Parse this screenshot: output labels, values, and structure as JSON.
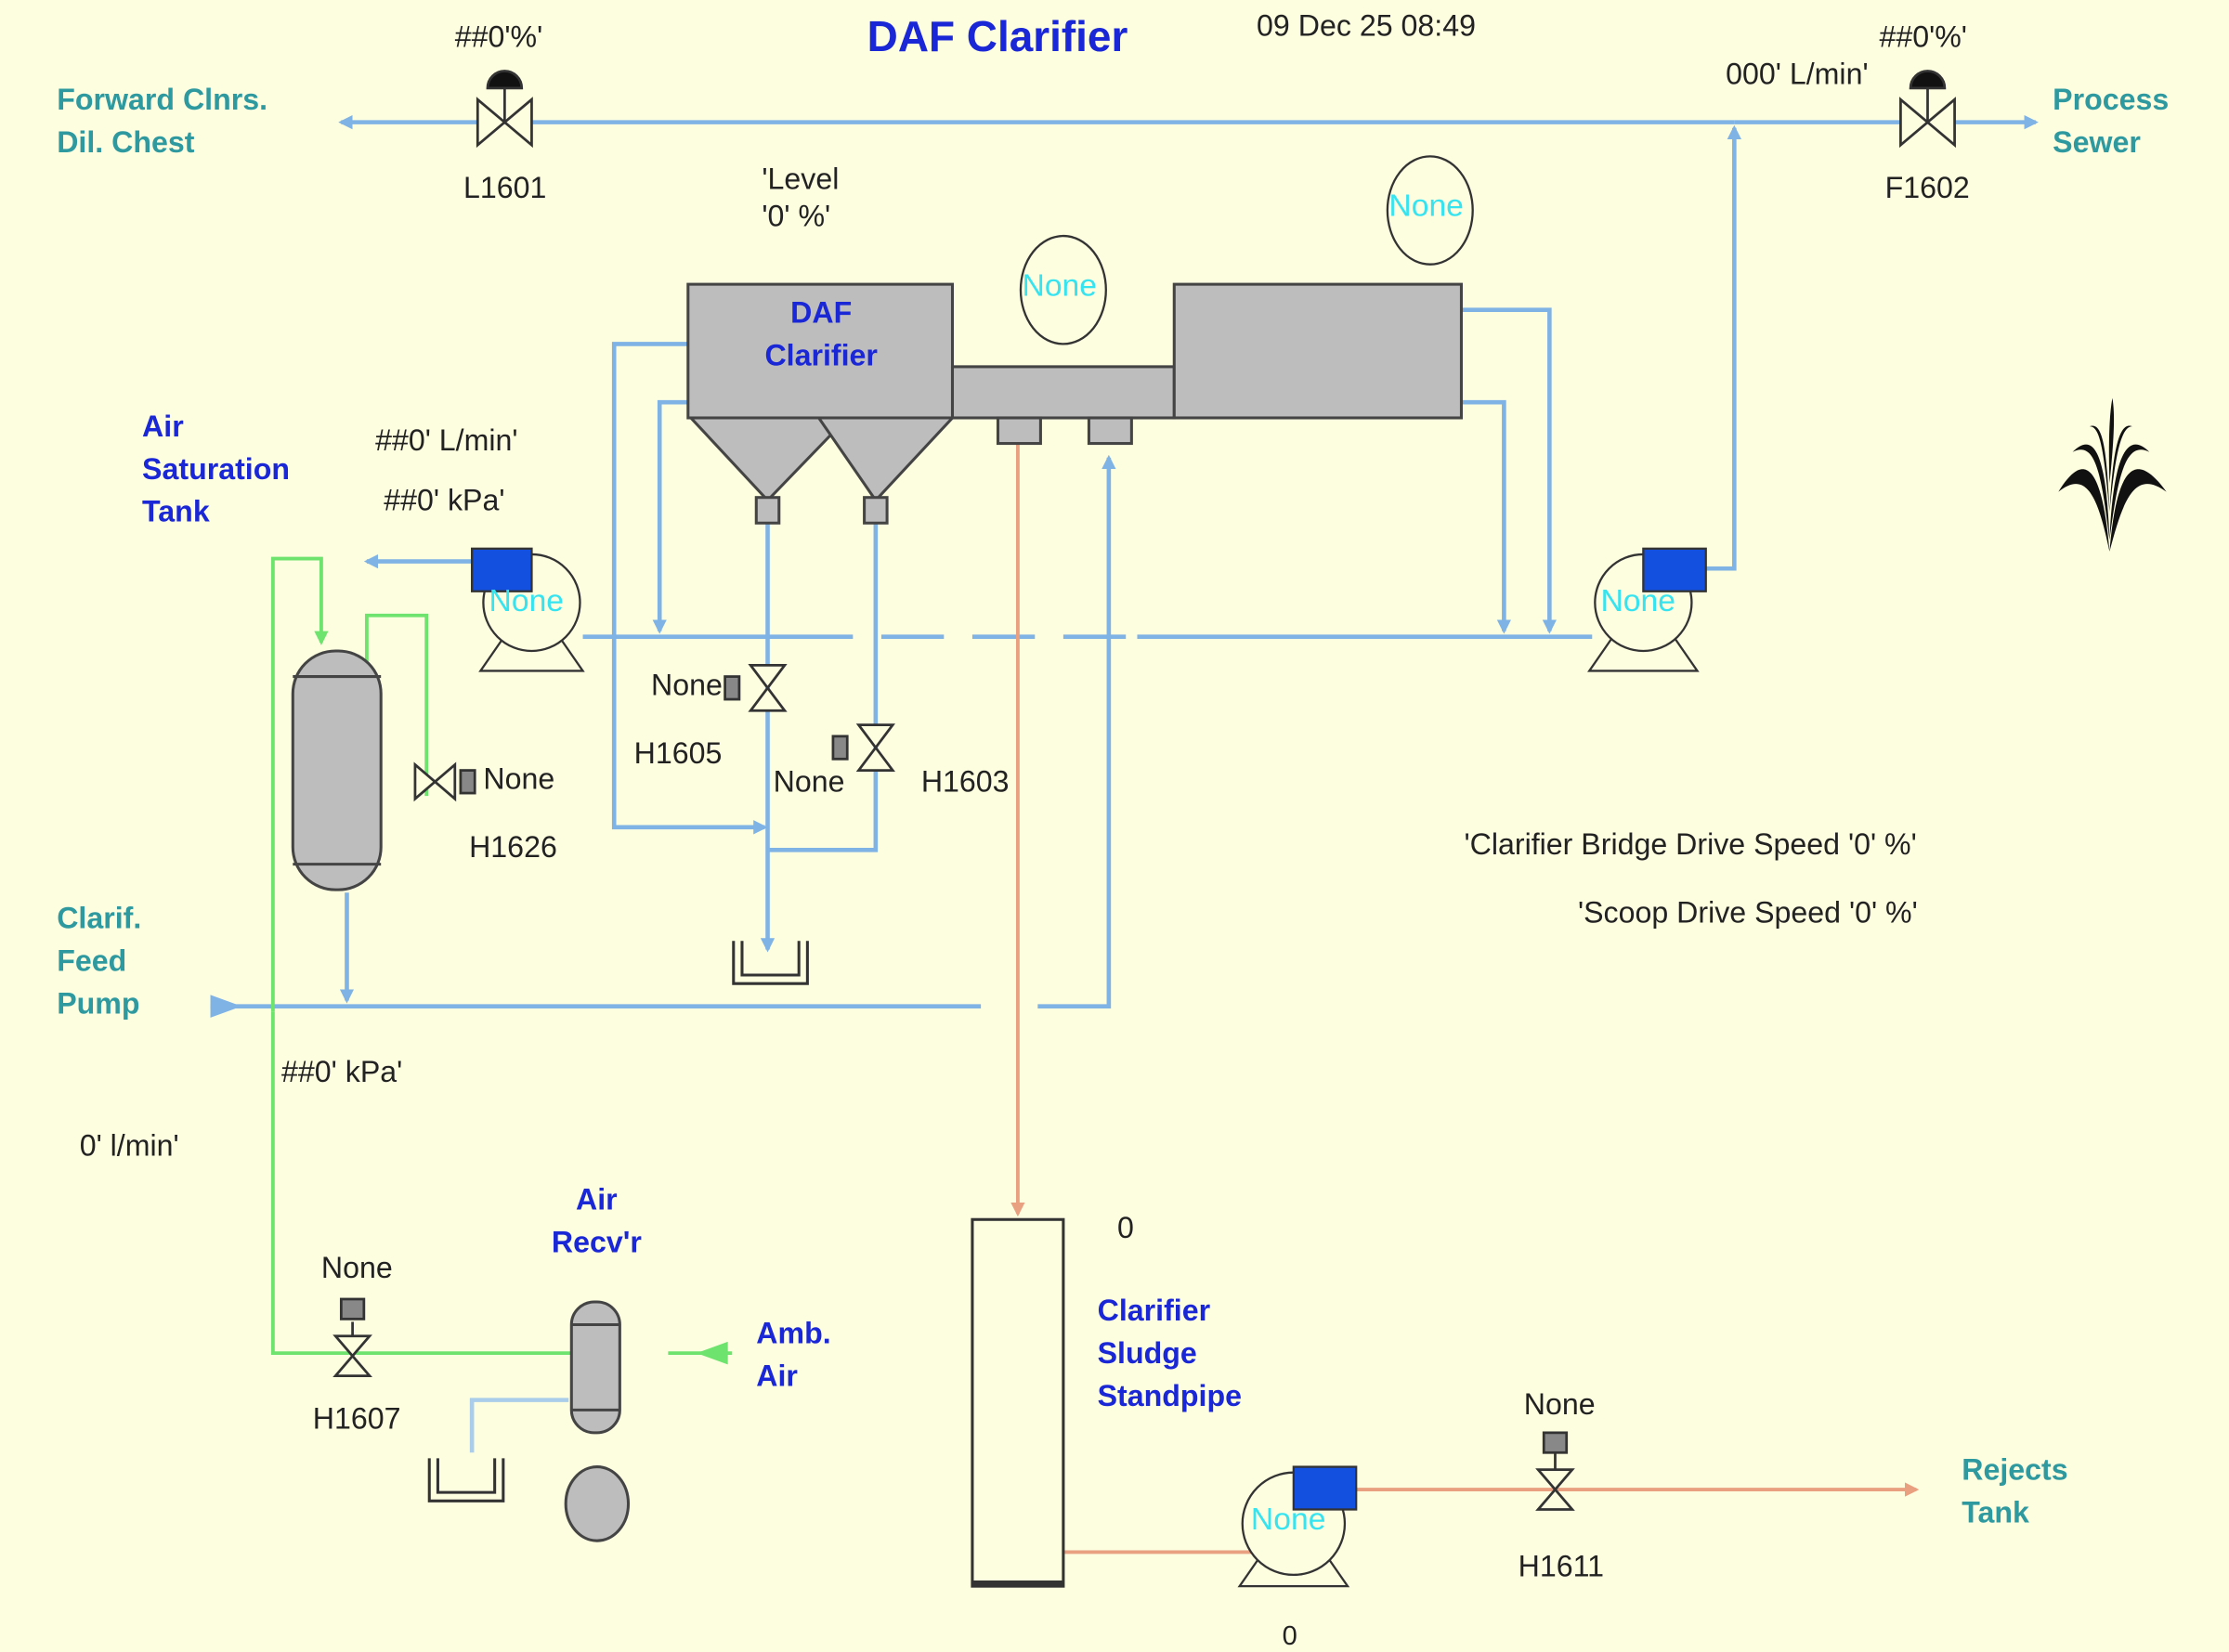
{
  "header": {
    "title": "DAF Clarifier",
    "timestamp": "09 Dec 25 08:49"
  },
  "colors": {
    "background": "#fdfde0",
    "water_line": "#7fb2e5",
    "air_line": "#6ee36e",
    "sludge_line": "#e8a080",
    "label_teal": "#2e9aa0",
    "label_blue": "#1a27d6",
    "status_cyan": "#36e4f0",
    "motor_blue": "#1450e0",
    "vessel_gray": "#bdbdbd"
  },
  "destinations": {
    "forward_chest": [
      "Forward Clnrs.",
      "Dil. Chest"
    ],
    "process_sewer": [
      "Process",
      "Sewer"
    ],
    "rejects_tank": [
      "Rejects",
      "Tank"
    ],
    "feed_pump": [
      "Clarif.",
      "Feed",
      "Pump"
    ],
    "amb_air": [
      "Amb.",
      "Air"
    ]
  },
  "equipment": {
    "air_saturation_tank": [
      "Air",
      "Saturation",
      "Tank"
    ],
    "daf_clarifier": [
      "DAF",
      "Clarifier"
    ],
    "air_receiver": [
      "Air",
      "Recv'r"
    ],
    "sludge_standpipe": [
      "Clarifier",
      "Sludge",
      "Standpipe"
    ]
  },
  "valves": {
    "l1601": {
      "tag": "L1601",
      "value": "##0'%'"
    },
    "f1602": {
      "tag": "F1602",
      "value": "##0'%'",
      "flow": "000' L/min'"
    },
    "h1605": {
      "tag": "H1605",
      "status": "None"
    },
    "h1603": {
      "tag": "H1603",
      "status": "None"
    },
    "h1626": {
      "tag": "H1626",
      "status": "None"
    },
    "h1607": {
      "tag": "H1607",
      "status": "None"
    },
    "h1611": {
      "tag": "H1611",
      "status": "None"
    }
  },
  "readings": {
    "level": [
      "'Level",
      "'0' %'"
    ],
    "sat_flow": "##0' L/min'",
    "sat_pressure": "##0' kPa'",
    "feed_pressure": "##0' kPa'",
    "air_flow": "0' l/min'",
    "standpipe_value": "0",
    "bridge_speed": "'Clarifier Bridge Drive Speed '0' %'",
    "scoop_speed": "'Scoop Drive Speed '0' %'",
    "bottom_value": "0"
  },
  "status": {
    "bridge_drive": "None",
    "scoop_drive": "None",
    "pump_sat": "None",
    "pump_recycle": "None",
    "pump_reject": "None"
  }
}
